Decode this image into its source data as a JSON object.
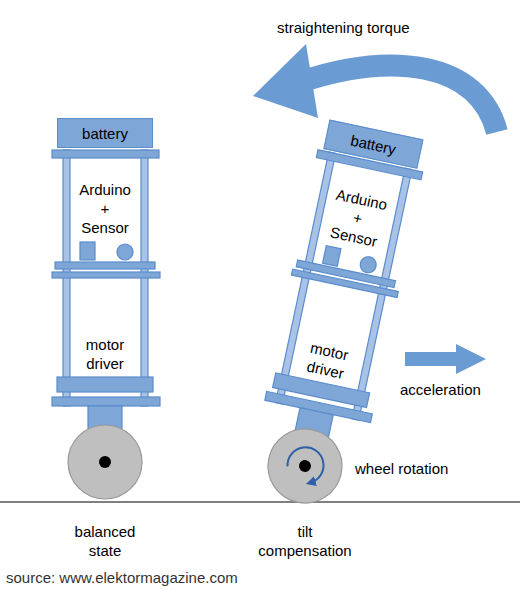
{
  "diagram": {
    "nodes": [
      {
        "text": [
          "battery"
        ]
      },
      {
        "text": [
          "battery"
        ]
      }
    ],
    "labels": [
      "straightening torque",
      "Arduino + Sensor",
      "motor driver",
      "Arduino + Sensor",
      "motor driver",
      "acceleration",
      "wheel rotation",
      "balanced state",
      "tilt compensation",
      "source: www.elektormagazine.com"
    ]
  }
}
